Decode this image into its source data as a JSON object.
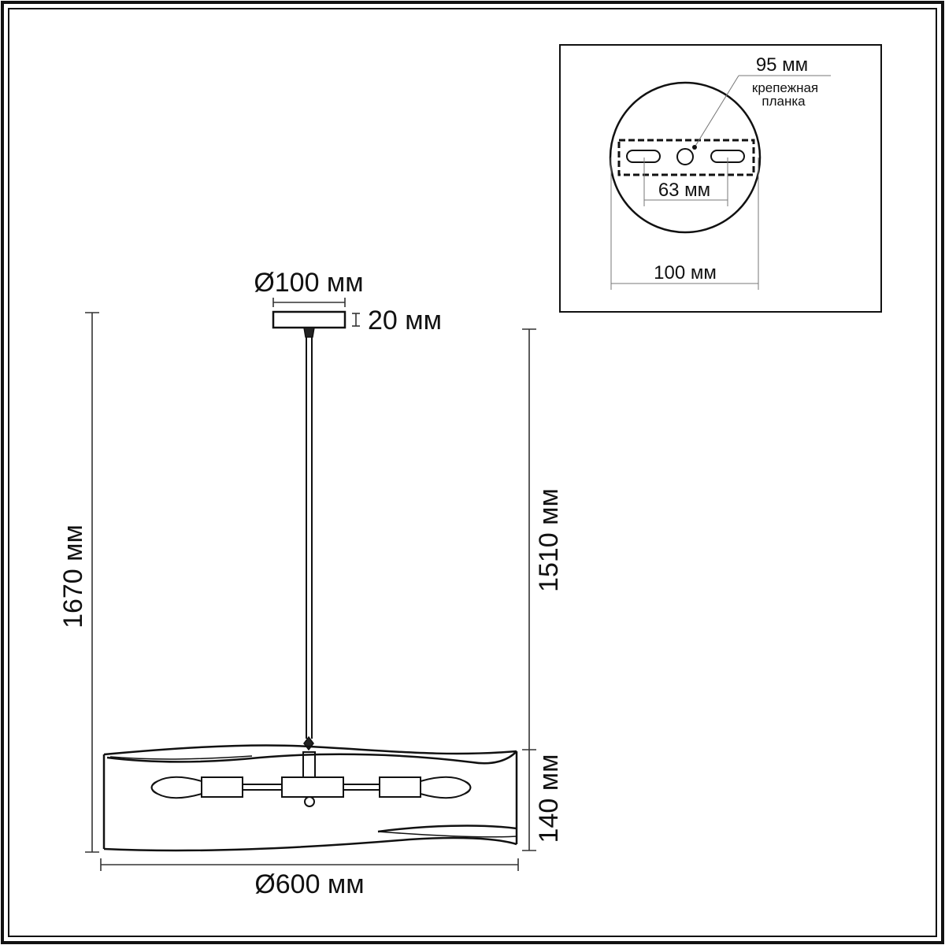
{
  "dimensions": {
    "canopy_diameter": "Ø100 мм",
    "canopy_height": "20 мм",
    "total_height": "1670 мм",
    "suspension_length": "1510 мм",
    "shade_height": "140 мм",
    "shade_diameter": "Ø600 мм"
  },
  "inset": {
    "plate_length": "95 мм",
    "plate_label_line1": "крепежная",
    "plate_label_line2": "планка",
    "slot_spacing": "63 мм",
    "base_diameter": "100 мм"
  }
}
